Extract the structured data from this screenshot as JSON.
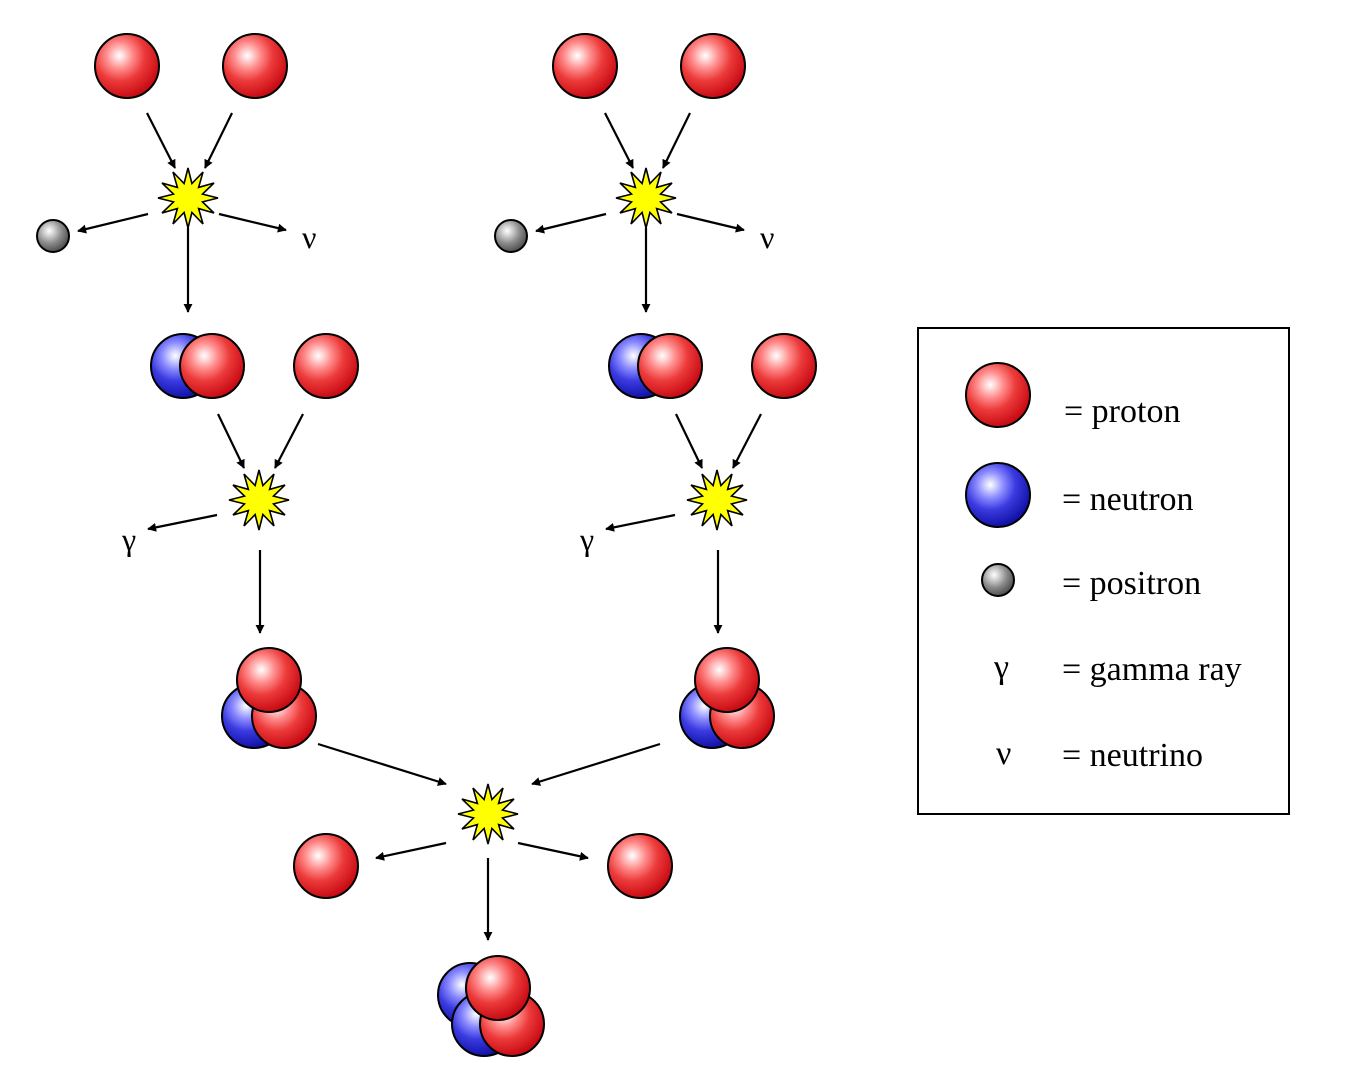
{
  "legend": {
    "proton_label": "= proton",
    "neutron_label": "= neutron",
    "positron_label": "= positron",
    "gamma_symbol": "γ",
    "gamma_label": "= gamma ray",
    "neutrino_symbol": "ν",
    "neutrino_label": "= neutrino"
  },
  "symbols": {
    "gamma": "γ",
    "neutrino": "ν"
  },
  "colors": {
    "proton": "#e8202a",
    "neutron": "#2a2ad0",
    "positron": "#7a7a7a",
    "burst": "#ffff00",
    "line": "#000000"
  }
}
